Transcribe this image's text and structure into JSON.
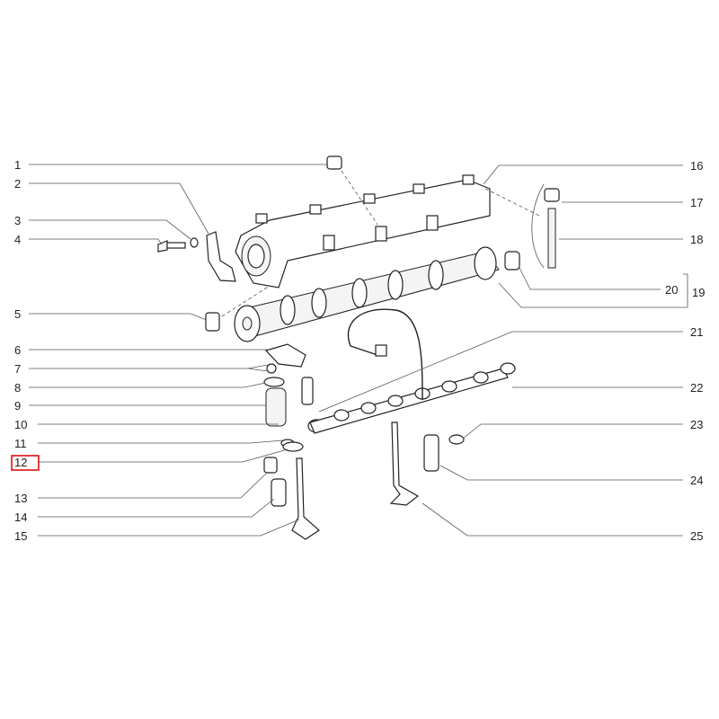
{
  "diagram": {
    "title": "Camshaft and valve train exploded view",
    "highlight_color": "#dd1111",
    "highlighted_label": "12",
    "left_labels": [
      "1",
      "2",
      "3",
      "4",
      "5",
      "6",
      "7",
      "8",
      "9",
      "10",
      "11",
      "12",
      "13",
      "14",
      "15"
    ],
    "right_labels": [
      "16",
      "17",
      "18",
      "19",
      "20",
      "21",
      "22",
      "23",
      "24",
      "25"
    ]
  }
}
